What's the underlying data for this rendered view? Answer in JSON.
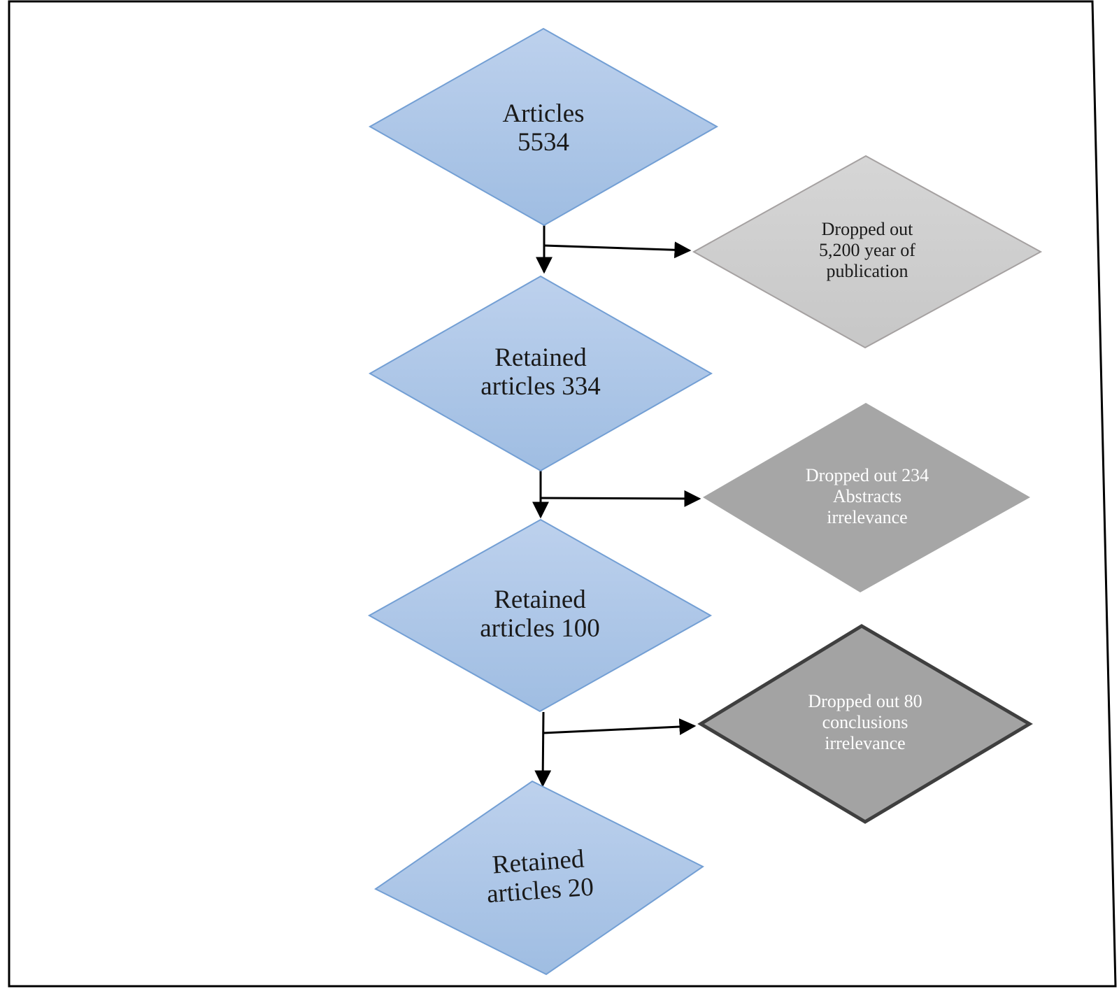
{
  "palette": {
    "blue_fill_top": "#bdd1ed",
    "blue_fill_bottom": "#9fbde2",
    "blue_border": "#739fd4",
    "gray_light_top": "#d6d6d6",
    "gray_light_bottom": "#c7c7c7",
    "gray_light_border": "#a5a1a1",
    "gray_medium_fill": "#a6a6a6",
    "gray_dark_fill": "#a3a3a3",
    "gray_dark_border": "#3f3f3f",
    "arrow_color": "#000000",
    "page_border": "#000000"
  },
  "flowchart": {
    "main_nodes": [
      {
        "id": "articles",
        "lines": [
          "Articles",
          "5534"
        ]
      },
      {
        "id": "retained-334",
        "lines": [
          "Retained",
          "articles 334"
        ]
      },
      {
        "id": "retained-100",
        "lines": [
          "Retained",
          "articles 100"
        ]
      },
      {
        "id": "retained-20",
        "lines": [
          "Retained",
          "articles 20"
        ]
      }
    ],
    "dropout_nodes": [
      {
        "id": "dropped-5200",
        "lines": [
          "Dropped out",
          "5,200 year of",
          "publication"
        ]
      },
      {
        "id": "dropped-234",
        "lines": [
          "Dropped out 234",
          "Abstracts",
          "irrelevance"
        ]
      },
      {
        "id": "dropped-80",
        "lines": [
          "Dropped out 80",
          "conclusions",
          "irrelevance"
        ]
      }
    ]
  }
}
